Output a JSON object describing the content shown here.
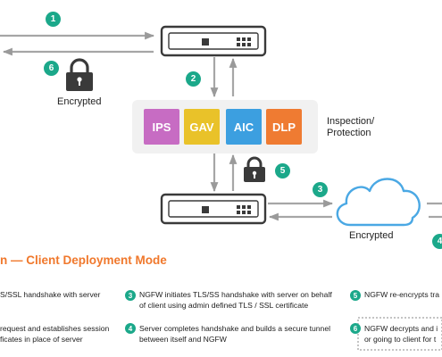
{
  "badges": {
    "b1": "1",
    "b2": "2",
    "b3": "3",
    "b4": "4",
    "b5": "5",
    "b6": "6"
  },
  "labels": {
    "encrypted_left": "Encrypted",
    "encrypted_cloud": "Encrypted",
    "inspection_line1": "Inspection/",
    "inspection_line2": "Protection"
  },
  "modules": [
    {
      "label": "IPS",
      "color": "#c76cc3"
    },
    {
      "label": "GAV",
      "color": "#e9c229"
    },
    {
      "label": "AIC",
      "color": "#3c9fe0"
    },
    {
      "label": "DLP",
      "color": "#ef7b32"
    }
  ],
  "colors": {
    "accent_green": "#1ba88a",
    "title_orange": "#f0782c",
    "cloud_blue": "#4aa8e4",
    "panel_bg": "#f1f1f1",
    "device_dark": "#333333"
  },
  "section_title": "n — Client Deployment Mode",
  "steps": {
    "s1": "S/SSL handshake with server",
    "s3_line1": "NGFW initiates TLS/SS handshake with server on behalf",
    "s3_line2": "of client using admin defined TLS / SSL certificate",
    "s5": "NGFW re-encrypts tra",
    "s2_line1": "request and establishes session",
    "s2_line2": "ficates in place of server",
    "s4_line1": "Server completes handshake and builds a secure tunnel",
    "s4_line2": "between itself and NGFW",
    "s6_line1": "NGFW decrypts and i",
    "s6_line2": "or going to client for t"
  }
}
